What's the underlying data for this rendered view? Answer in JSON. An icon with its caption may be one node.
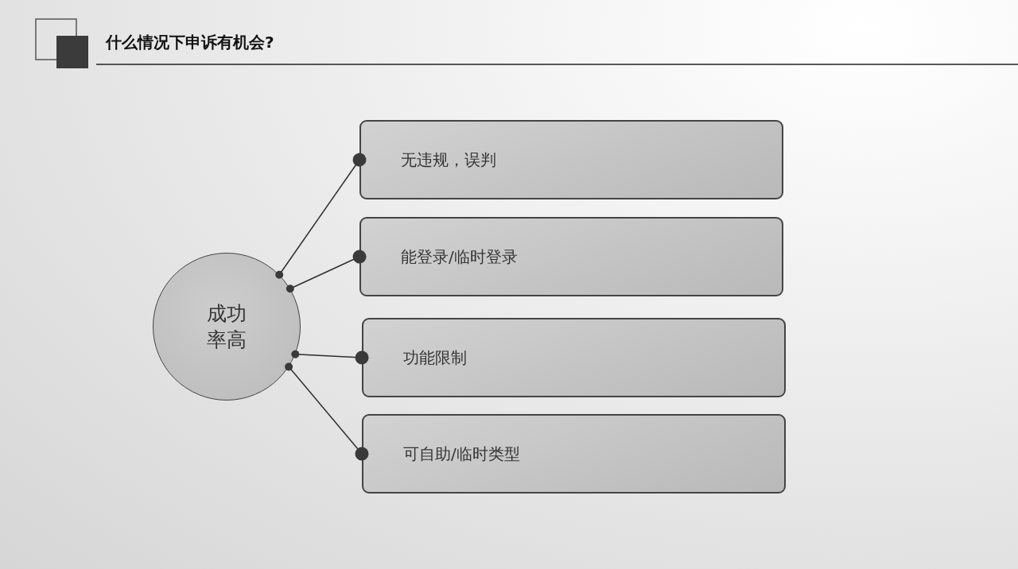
{
  "diagram": {
    "title": "什么情况下申诉有机会?",
    "nodes": [
      {
        "text": [
          "成功率高"
        ]
      },
      {
        "text": [
          "无违规，误判"
        ]
      },
      {
        "text": [
          "能登录/临时登录"
        ]
      },
      {
        "text": [
          "功能限制"
        ]
      },
      {
        "text": [
          "可自助/临时类型"
        ]
      }
    ],
    "edges": [
      {
        "from": 0,
        "to": 1,
        "arrow": "other"
      },
      {
        "from": 0,
        "to": 2,
        "arrow": "other"
      },
      {
        "from": 0,
        "to": 3,
        "arrow": "other"
      },
      {
        "from": 0,
        "to": 4,
        "arrow": "other"
      }
    ]
  }
}
